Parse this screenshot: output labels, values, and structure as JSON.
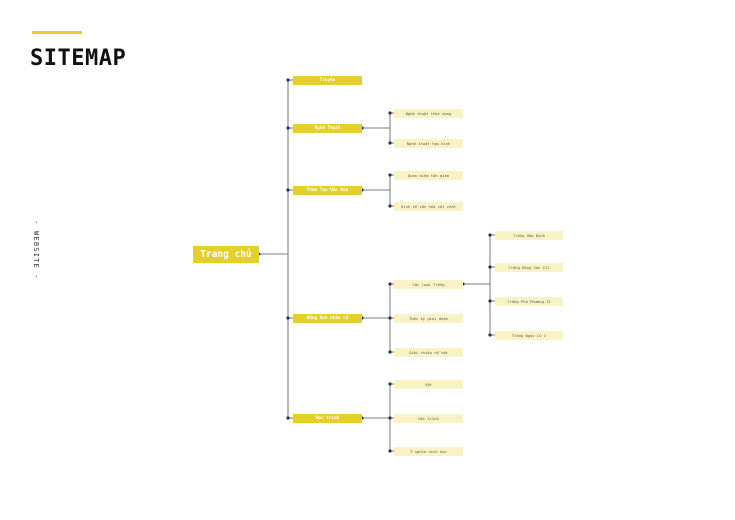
{
  "page": {
    "title": "SITEMAP",
    "side_label": "- WEBSITE -"
  },
  "colors": {
    "accent": "#e5cf2b",
    "light_node": "#f8f2c4",
    "connector": "#555555"
  },
  "sitemap": {
    "root": "Trang chủ",
    "sections": [
      {
        "label": "Truyện",
        "children": []
      },
      {
        "label": "Nghệ Thuật",
        "children": [
          {
            "label": "Nghệ thuật thực dụng"
          },
          {
            "label": "Nghệ thuật tạo hình"
          }
        ]
      },
      {
        "label": "Thâm Tạo Văn Hóa",
        "children": [
          {
            "label": "Quan niệm tôn giáo"
          },
          {
            "label": "Kinh tế văn hóa vật chất"
          }
        ]
      },
      {
        "label": "Đông Sơn khảo cổ",
        "children": [
          {
            "label": "Các loại Trống",
            "children": [
              {
                "label": "Trống Hòa Bình"
              },
              {
                "label": "Trống Đông Sơn III"
              },
              {
                "label": "Trống Phú Phương II"
              },
              {
                "label": "Trống Ngọc Lũ I"
              }
            ]
          },
          {
            "label": "Thời kỳ giai đoạn"
          },
          {
            "label": "Giới thiệu cổ vật"
          }
        ]
      },
      {
        "label": "Học trình",
        "children": [
          {
            "label": "Vật"
          },
          {
            "label": "Hội trình"
          },
          {
            "label": "Ý nghĩa hình học"
          }
        ]
      }
    ]
  }
}
